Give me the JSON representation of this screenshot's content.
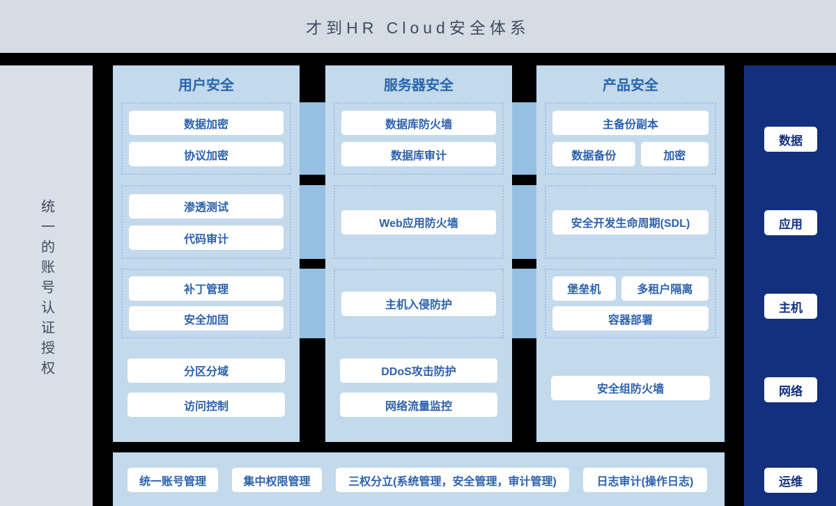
{
  "header": {
    "title": "才到HR Cloud安全体系"
  },
  "left_panel": {
    "label": "统一的账号认证授权"
  },
  "columns": [
    {
      "title": "用户安全",
      "groups": [
        {
          "items": [
            {
              "label": "数据加密"
            },
            {
              "label": "协议加密"
            }
          ]
        },
        {
          "items": [
            {
              "label": "渗透测试"
            },
            {
              "label": "代码审计"
            }
          ]
        },
        {
          "items": [
            {
              "label": "补丁管理"
            },
            {
              "label": "安全加固"
            }
          ]
        },
        {
          "items": [
            {
              "label": "分区分域"
            },
            {
              "label": "访问控制"
            }
          ]
        }
      ]
    },
    {
      "title": "服务器安全",
      "groups": [
        {
          "items": [
            {
              "label": "数据库防火墙"
            },
            {
              "label": "数据库审计"
            }
          ]
        },
        {
          "items": [
            {
              "label": "Web应用防火墙"
            }
          ]
        },
        {
          "items": [
            {
              "label": "主机入侵防护"
            }
          ]
        },
        {
          "items": [
            {
              "label": "DDoS攻击防护"
            },
            {
              "label": "网络流量监控"
            }
          ]
        }
      ]
    },
    {
      "title": "产品安全",
      "groups": [
        {
          "items": [
            {
              "label": "主备份副本"
            },
            {
              "label": "数据备份"
            },
            {
              "label": "加密"
            }
          ]
        },
        {
          "items": [
            {
              "label": "安全开发生命周期(SDL)"
            }
          ]
        },
        {
          "items": [
            {
              "label": "堡垒机"
            },
            {
              "label": "多租户隔离"
            },
            {
              "label": "容器部署"
            }
          ]
        },
        {
          "items": [
            {
              "label": "安全组防火墙"
            }
          ]
        }
      ]
    }
  ],
  "right_panel": {
    "items": [
      {
        "label": "数据"
      },
      {
        "label": "应用"
      },
      {
        "label": "主机"
      },
      {
        "label": "网络"
      },
      {
        "label": "运维"
      }
    ]
  },
  "bottom_bar": {
    "items": [
      {
        "label": "统一账号管理"
      },
      {
        "label": "集中权限管理"
      },
      {
        "label": "三权分立(系统管理，安全管理，审计管理)"
      },
      {
        "label": "日志审计(操作日志)"
      }
    ]
  },
  "colors": {
    "header_bg": "#d6dce4",
    "panel_blue": "#c3d9ec",
    "connector_blue": "#96c0e3",
    "dashed_border": "#9ec3e1",
    "navy": "#12307d",
    "chip_text_blue": "#2c61ae",
    "title_text": "#3e4b5c",
    "background": "#000000"
  }
}
